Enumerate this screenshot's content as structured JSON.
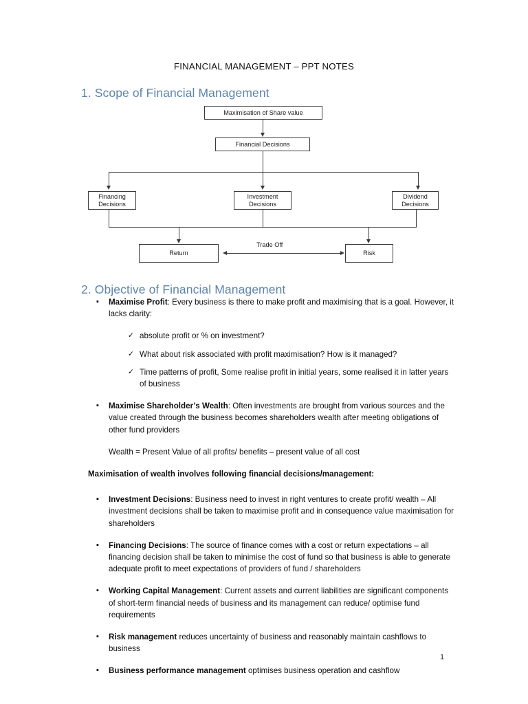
{
  "document": {
    "title": "FINANCIAL MANAGEMENT – PPT NOTES",
    "page_number": "1",
    "heading_color": "#5d84ac"
  },
  "sections": [
    {
      "heading": "1. Scope of Financial Management"
    },
    {
      "heading": "2. Objective of Financial Management"
    }
  ],
  "diagram": {
    "nodes": {
      "top": "Maximisation of Share value",
      "second": "Financial Decisions",
      "financing": "Financing\nDecisions",
      "financing_line1": "Financing",
      "financing_line2": "Decisions",
      "investment_line1": "Investment",
      "investment_line2": "Decisions",
      "dividend_line1": "Dividend",
      "dividend_line2": "Decisions",
      "return": "Return",
      "risk": "Risk"
    },
    "edge_label": "Trade Off"
  },
  "content": {
    "b1_label": "Maximise Profit",
    "b1_text": ": Every business is there to make profit and maximising that is a goal. However, it lacks clarity:",
    "c1": "absolute profit or % on investment?",
    "c2": "What about risk associated with profit maximisation? How is it managed?",
    "c3": "Time patterns of profit, Some realise profit in initial years, some realised it in latter years of business",
    "b2_label": "Maximise Shareholder’s Wealth",
    "b2_text": ": Often investments are brought from various sources and the value created through the business becomes shareholders wealth after meeting obligations of other fund providers",
    "wealth_equation": "Wealth = Present Value of all profits/ benefits – present value of all cost",
    "lead_in": "Maximisation of wealth involves following financial decisions/management:",
    "b3_label": "Investment Decisions",
    "b3_text": ": Business need to invest in right ventures to create profit/ wealth – All investment decisions shall be taken to maximise profit and in consequence value maximisation for shareholders",
    "b4_label": "Financing Decisions",
    "b4_text": ": The source of finance comes with a cost or return expectations – all financing decision shall be taken to minimise the cost of fund so that business is able to generate adequate profit to meet expectations of providers of fund / shareholders",
    "b5_label": "Working Capital Management",
    "b5_text": ": Current assets and current liabilities are significant components of short-term financial needs of business and its management can reduce/ optimise fund requirements",
    "b6_label": "Risk management",
    "b6_text": " reduces uncertainty of business and reasonably maintain cashflows to business",
    "b7_label": "Business performance management",
    "b7_text": " optimises business operation and cashflow",
    "bullet_glyph": "▪",
    "check_glyph": "✓"
  }
}
